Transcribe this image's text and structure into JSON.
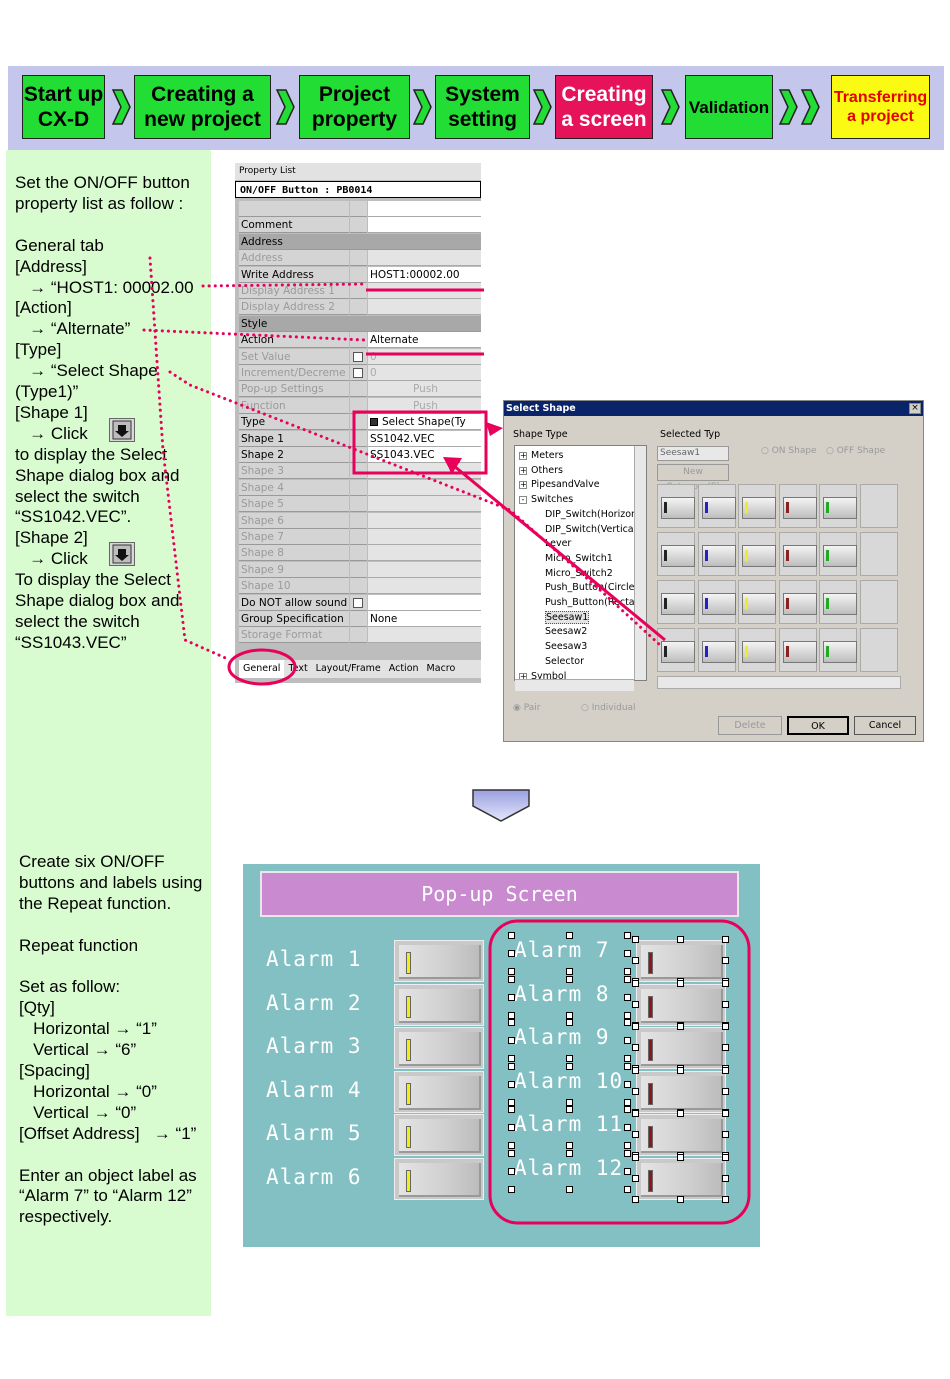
{
  "steps": [
    {
      "l1": "Start up",
      "l2": "CX-D"
    },
    {
      "l1": "Creating a",
      "l2": "new project"
    },
    {
      "l1": "Project",
      "l2": "property"
    },
    {
      "l1": "System",
      "l2": "setting"
    },
    {
      "l1": "Creating",
      "l2": "a screen"
    },
    {
      "l1": "Validation",
      "l2": ""
    },
    {
      "l1": "Transferring",
      "l2": "a project"
    }
  ],
  "instructions1": [
    "Set the ON/OFF button",
    "property list as follow :",
    "",
    "General tab",
    "[Address]",
    "   → “HOST1: 00002.00",
    "[Action]",
    "   → “Alternate”",
    "[Type]",
    "   → “Select Shape",
    "(Type1)”",
    "[Shape 1]",
    "   → Click",
    "to display the Select",
    "Shape dialog box and",
    "select the switch",
    "“SS1042.VEC”.",
    "[Shape 2]",
    "   → Click",
    "To display the Select",
    "Shape dialog box and",
    "select the switch",
    "“SS1043.VEC”"
  ],
  "instructions2": [
    "Create six ON/OFF",
    "buttons and labels using",
    "the Repeat function.",
    "",
    "Repeat function",
    "",
    "Set as follow:",
    "[Qty]",
    "   Horizontal → “1”",
    "   Vertical → “6”",
    "[Spacing]",
    "   Horizontal → “0”",
    "   Vertical → “0”",
    "[Offset Address]   → “1”",
    "",
    "Enter an object label as",
    "“Alarm 7” to “Alarm 12”",
    "respectively."
  ],
  "property_list": {
    "window_title": "Property List",
    "object": "ON/OFF Button : PB0014",
    "rows": [
      {
        "label": "",
        "value": "",
        "kind": "normal"
      },
      {
        "label": "Comment",
        "value": "",
        "kind": "normal"
      },
      {
        "label": "Address",
        "value": "",
        "kind": "group"
      },
      {
        "label": "Address",
        "value": "",
        "kind": "dim"
      },
      {
        "label": "Write Address",
        "value": "HOST1:00002.00",
        "kind": "normal"
      },
      {
        "label": "Display Address 1",
        "value": "",
        "kind": "dim"
      },
      {
        "label": "Display Address 2",
        "value": "",
        "kind": "dim"
      },
      {
        "label": "Style",
        "value": "",
        "kind": "group"
      },
      {
        "label": "Action",
        "value": "Alternate",
        "kind": "normal"
      },
      {
        "label": "Set Value",
        "value": "0",
        "kind": "dim"
      },
      {
        "label": "Increment/Decreme",
        "value": "0",
        "kind": "dim"
      },
      {
        "label": "Pop-up Settings",
        "value": "Push",
        "kind": "dim"
      },
      {
        "label": "Function",
        "value": "Push",
        "kind": "dim"
      },
      {
        "label": "Type",
        "value": "Select Shape(Ty",
        "kind": "normal"
      },
      {
        "label": "Shape 1",
        "value": "SS1042.VEC",
        "kind": "normal"
      },
      {
        "label": "Shape 2",
        "value": "SS1043.VEC",
        "kind": "normal"
      },
      {
        "label": "Shape 3",
        "value": "",
        "kind": "dim"
      },
      {
        "label": "Shape 4",
        "value": "",
        "kind": "dim"
      },
      {
        "label": "Shape 5",
        "value": "",
        "kind": "dim"
      },
      {
        "label": "Shape 6",
        "value": "",
        "kind": "dim"
      },
      {
        "label": "Shape 7",
        "value": "",
        "kind": "dim"
      },
      {
        "label": "Shape 8",
        "value": "",
        "kind": "dim"
      },
      {
        "label": "Shape 9",
        "value": "",
        "kind": "dim"
      },
      {
        "label": "Shape 10",
        "value": "",
        "kind": "dim"
      },
      {
        "label": "Do NOT allow sound",
        "value": "",
        "kind": "normal"
      },
      {
        "label": "Group Specification",
        "value": "None",
        "kind": "normal"
      },
      {
        "label": "Storage Format",
        "value": "",
        "kind": "dim"
      }
    ],
    "tabs": [
      "General",
      "Text",
      "Layout/Frame",
      "Action",
      "Macro"
    ]
  },
  "select_shape": {
    "title": "Select Shape",
    "close": "×",
    "shape_type_label": "Shape Type",
    "selected_type_label": "Selected Typ",
    "selected_value": "Seesaw1",
    "new_category": "New Category(E)",
    "on_shape": "ON Shape",
    "off_shape": "OFF Shape",
    "tree": [
      {
        "text": "Meters",
        "level": 0,
        "exp": "+"
      },
      {
        "text": "Others",
        "level": 0,
        "exp": "+"
      },
      {
        "text": "PipesandValve",
        "level": 0,
        "exp": "+"
      },
      {
        "text": "Switches",
        "level": 0,
        "exp": "-"
      },
      {
        "text": "DIP_Switch(Horizon",
        "level": 1,
        "exp": ""
      },
      {
        "text": "DIP_Switch(Vertica",
        "level": 1,
        "exp": ""
      },
      {
        "text": "Lever",
        "level": 1,
        "exp": ""
      },
      {
        "text": "Micro_Switch1",
        "level": 1,
        "exp": ""
      },
      {
        "text": "Micro_Switch2",
        "level": 1,
        "exp": ""
      },
      {
        "text": "Push_Button(Circle",
        "level": 1,
        "exp": ""
      },
      {
        "text": "Push_Button(Recta",
        "level": 1,
        "exp": ""
      },
      {
        "text": "Seesaw1",
        "level": 1,
        "exp": ""
      },
      {
        "text": "Seesaw2",
        "level": 1,
        "exp": ""
      },
      {
        "text": "Seesaw3",
        "level": 1,
        "exp": ""
      },
      {
        "text": "Selector",
        "level": 1,
        "exp": ""
      },
      {
        "text": "Symbol",
        "level": 0,
        "exp": "+"
      }
    ],
    "radio_pair": "Pair",
    "radio_individual": "Individual",
    "delete": "Delete",
    "ok": "OK",
    "cancel": "Cancel",
    "indicator_colors": [
      "#222222",
      "#2222cc",
      "#eeee22",
      "#882222",
      "#22aa22",
      ""
    ]
  },
  "popup": {
    "title": "Pop-up Screen",
    "left_alarms": [
      "Alarm 1",
      "Alarm 2",
      "Alarm 3",
      "Alarm 4",
      "Alarm 5",
      "Alarm 6"
    ],
    "right_alarms": [
      "Alarm 7",
      "Alarm 8",
      "Alarm 9",
      "Alarm 10",
      "Alarm 11",
      "Alarm 12"
    ],
    "left_indicator": "#f2ee10",
    "right_indicator": "#8a1a1a"
  }
}
